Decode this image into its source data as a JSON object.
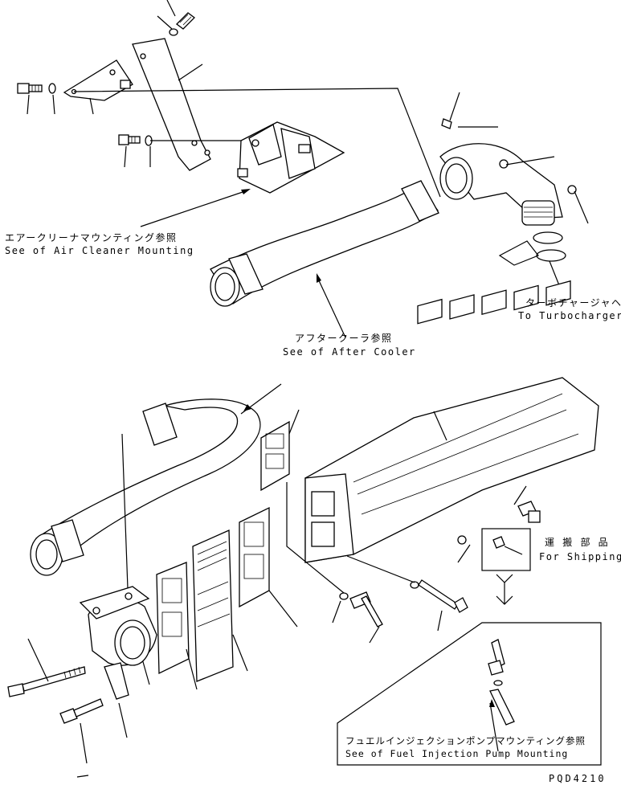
{
  "labels": {
    "air_cleaner_jp": "エアークリーナマウンティング参照",
    "air_cleaner_en": "See of Air Cleaner Mounting",
    "turbo_jp": "ターボチャージャヘ",
    "turbo_en": "To Turbocharger",
    "after_cooler_jp": "アフタークーラ参照",
    "after_cooler_en": "See of After Cooler",
    "shipping_jp": "運 搬 部 品",
    "shipping_en": "For Shipping",
    "fuel_pump_jp": "フュエルインジェクションポンプマウンティング参照",
    "fuel_pump_en": "See of Fuel Injection Pump Mounting",
    "drawing_code": "PQD4210"
  },
  "colors": {
    "line": "#000000",
    "background": "#ffffff"
  }
}
